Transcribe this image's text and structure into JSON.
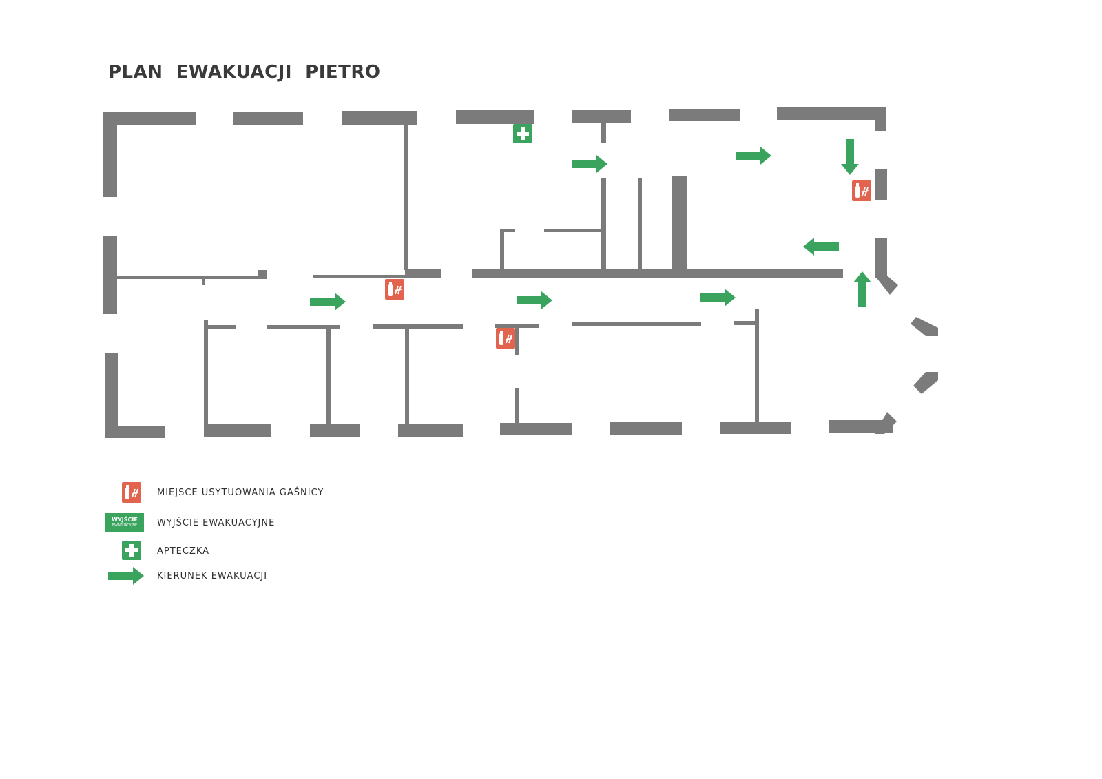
{
  "title": "PLAN  EWAKUACJI  PIETRO",
  "colors": {
    "wall": "#7b7b7b",
    "arrow": "#3aa45f",
    "extinguisher": "#e2634e",
    "first_aid": "#3aa45f"
  },
  "legend": {
    "extinguisher": {
      "label": "MIEJSCE USYTUOWANIA GAŚNICY",
      "icon": "fire-extinguisher-icon"
    },
    "exit": {
      "label": "WYJŚCIE EWAKUACYJNE",
      "icon": "exit-sign-icon",
      "sign_line1": "WYJŚCIE",
      "sign_line2": "EWAKUACYJNE"
    },
    "first_aid": {
      "label": "APTECZKA",
      "icon": "first-aid-icon"
    },
    "direction": {
      "label": "KIERUNEK EWAKUACJI",
      "icon": "arrow-right-icon"
    }
  }
}
